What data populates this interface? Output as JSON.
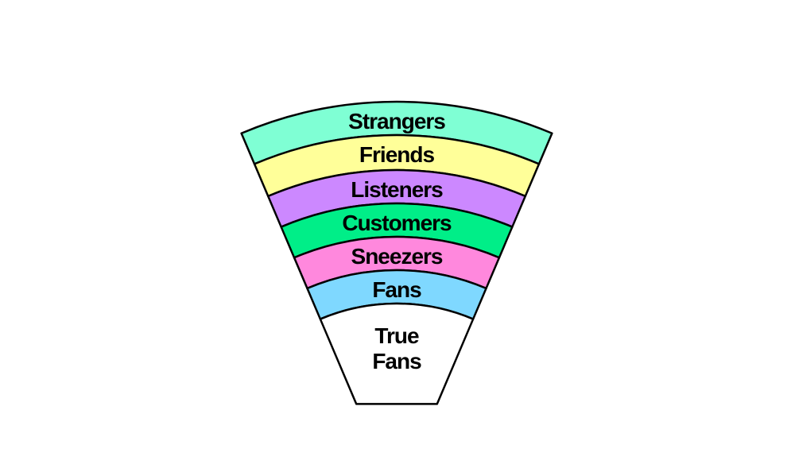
{
  "diagram": {
    "stages": [
      {
        "label": "Strangers",
        "color": "#7fffd4"
      },
      {
        "label": "Friends",
        "color": "#ffff99"
      },
      {
        "label": "Listeners",
        "color": "#cc88ff"
      },
      {
        "label": "Customers",
        "color": "#00ee88"
      },
      {
        "label": "Sneezers",
        "color": "#ff88dd"
      },
      {
        "label": "Fans",
        "color": "#7fd8ff"
      },
      {
        "label": "True Fans",
        "color": "#ffffff"
      }
    ]
  }
}
